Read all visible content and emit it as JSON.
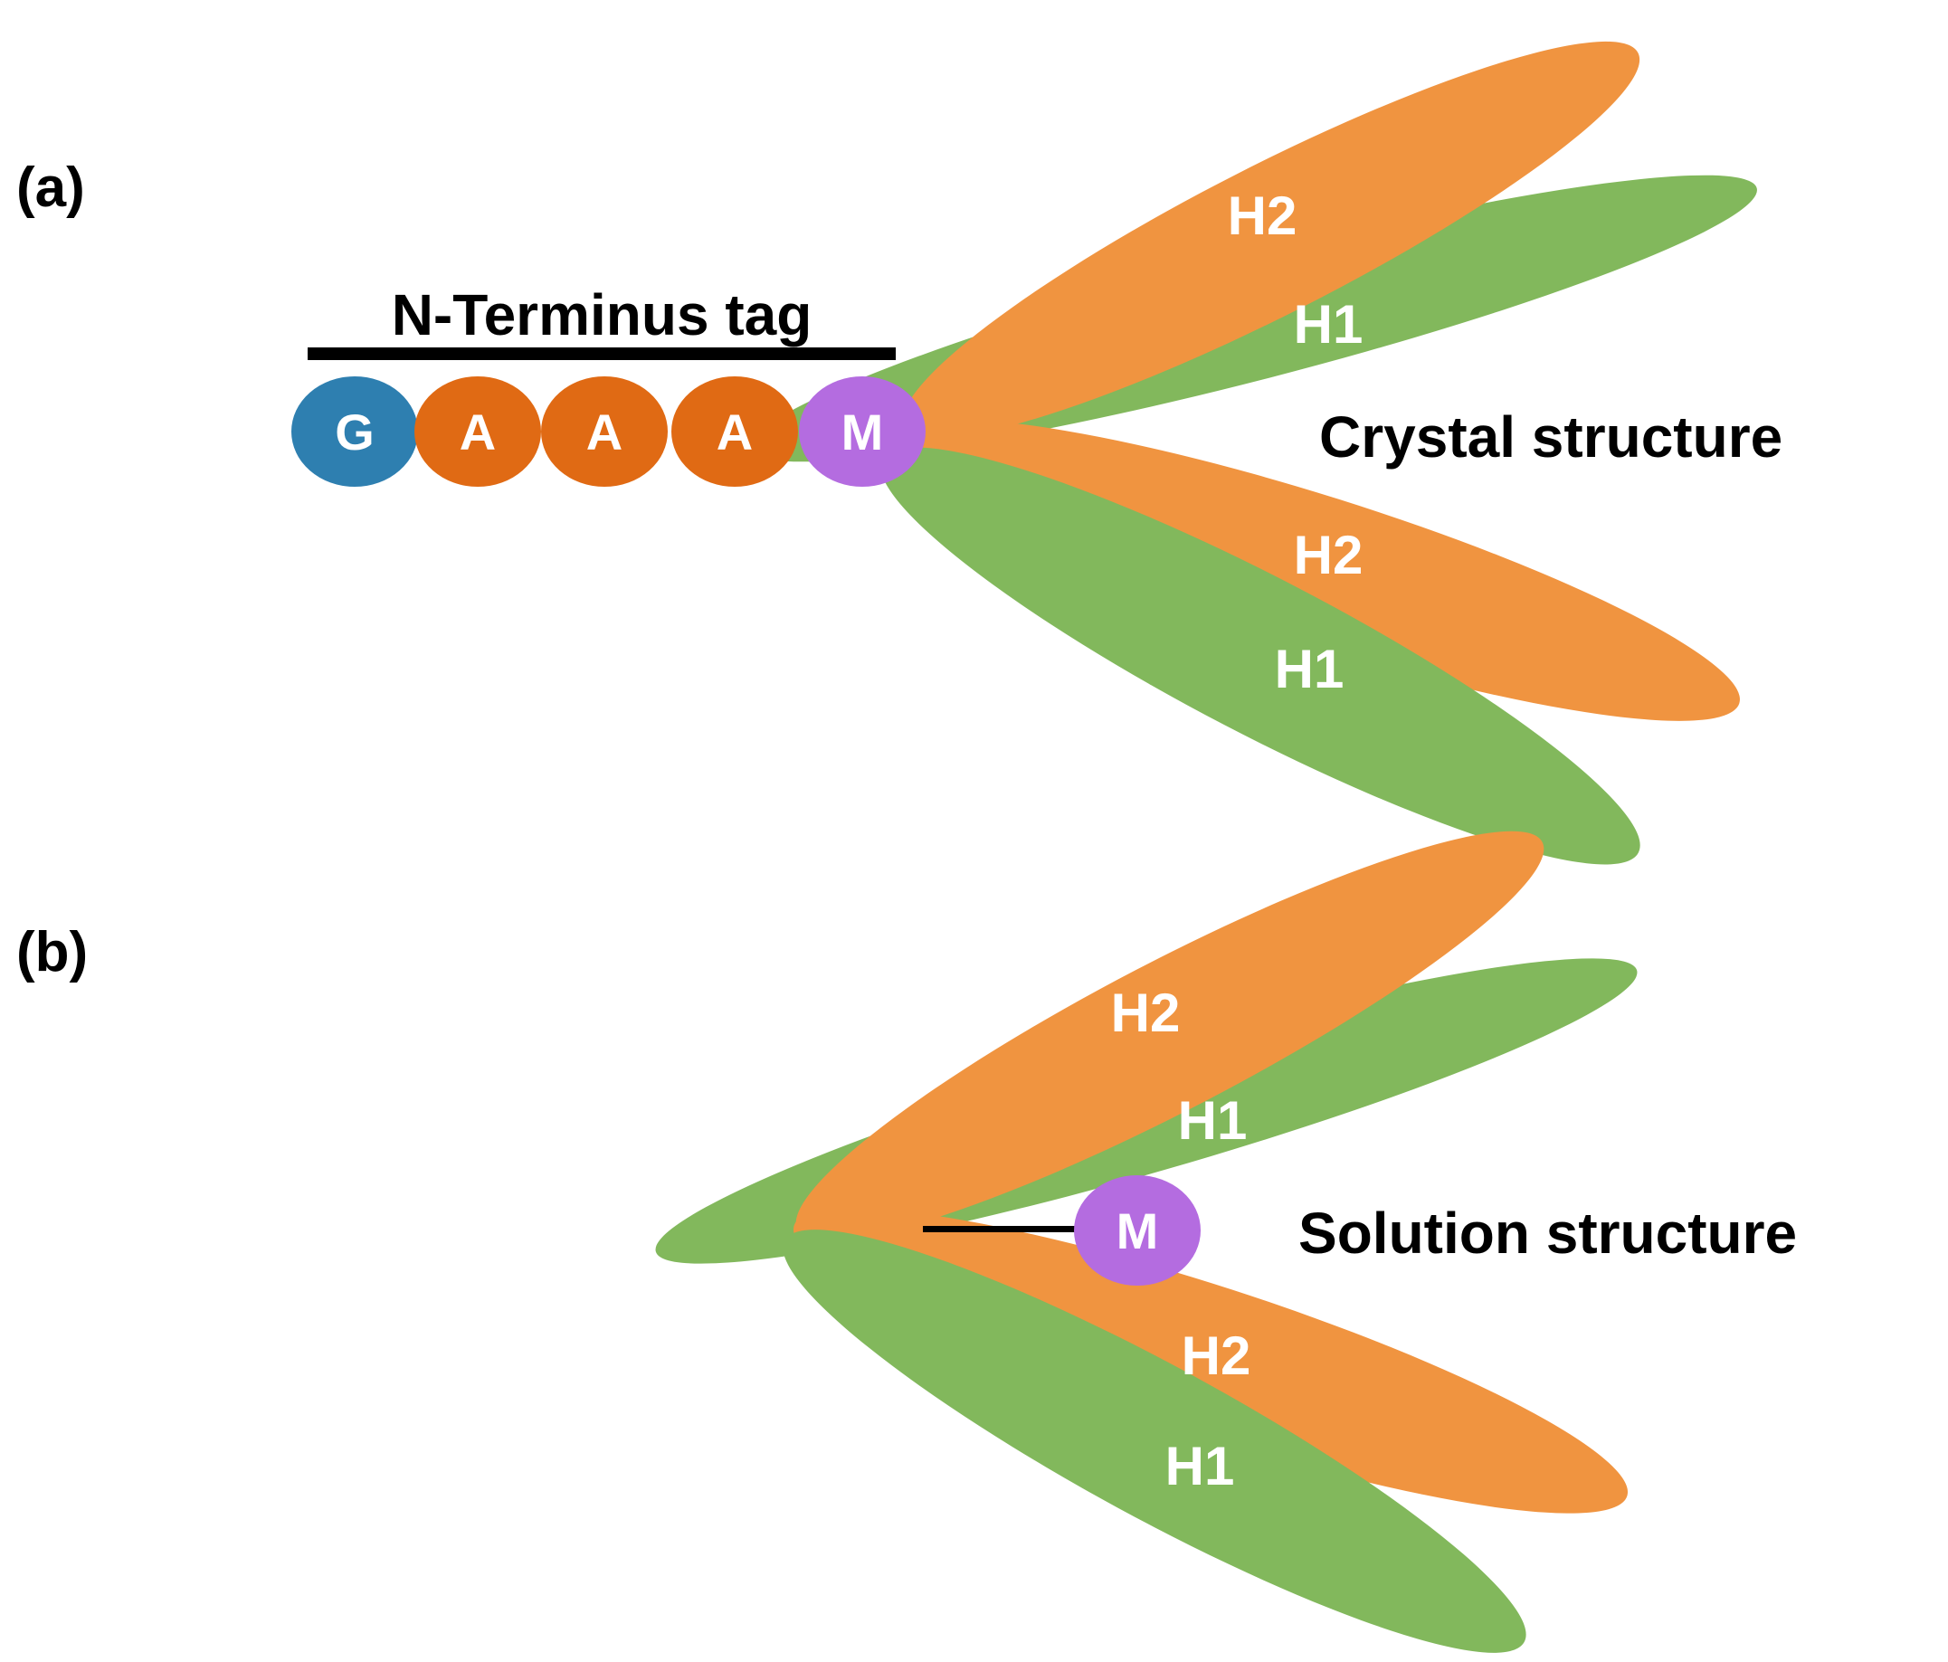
{
  "colors": {
    "helix1": "#82b85c",
    "helix2": "#f09440",
    "glycine": "#2e7fb0",
    "alanine": "#e06a14",
    "methionine": "#b46ce0",
    "line": "#000000"
  },
  "panel_a": {
    "label": "(a)",
    "tag_label": "N-Terminus tag",
    "residues": [
      {
        "code": "G",
        "kind": "glycine"
      },
      {
        "code": "A",
        "kind": "alanine"
      },
      {
        "code": "A",
        "kind": "alanine"
      },
      {
        "code": "A",
        "kind": "alanine"
      },
      {
        "code": "M",
        "kind": "methionine"
      }
    ],
    "helix_labels": {
      "upper_h2": "H2",
      "upper_h1": "H1",
      "lower_h2": "H2",
      "lower_h1": "H1"
    },
    "caption": "Crystal structure"
  },
  "panel_b": {
    "label": "(b)",
    "residue": {
      "code": "M",
      "kind": "methionine"
    },
    "helix_labels": {
      "upper_h2": "H2",
      "upper_h1": "H1",
      "lower_h2": "H2",
      "lower_h1": "H1"
    },
    "caption": "Solution structure"
  }
}
